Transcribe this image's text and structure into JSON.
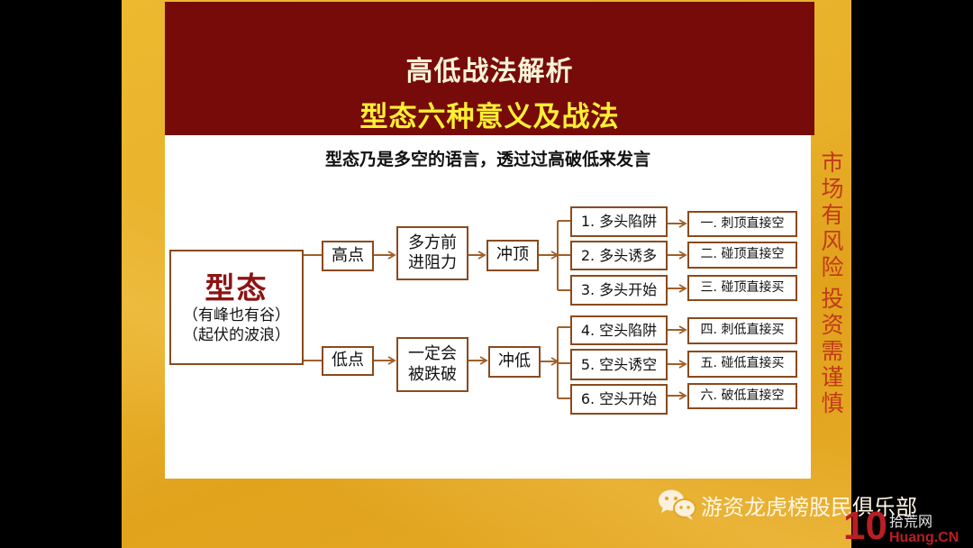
{
  "header": {
    "title": "高低战法解析",
    "subtitle": "型态六种意义及战法"
  },
  "panel": {
    "caption": "型态乃是多空的语言，透过过高破低来发言"
  },
  "diagram": {
    "root": {
      "title": "型态",
      "line1": "（有峰也有谷）",
      "line2": "（起伏的波浪）"
    },
    "upper": {
      "point": "高点",
      "cause_line1": "多方前",
      "cause_line2": "进阻力",
      "action": "冲顶",
      "branches": [
        {
          "label": "1. 多头陷阱",
          "result": "一. 刺顶直接空"
        },
        {
          "label": "2. 多头诱多",
          "result": "二. 碰顶直接空"
        },
        {
          "label": "3. 多头开始",
          "result": "三. 碰顶直接买"
        }
      ]
    },
    "lower": {
      "point": "低点",
      "cause_line1": "一定会",
      "cause_line2": "被跌破",
      "action": "冲低",
      "branches": [
        {
          "label": "4. 空头陷阱",
          "result": "四. 刺低直接买"
        },
        {
          "label": "5. 空头诱空",
          "result": "五. 碰低直接买"
        },
        {
          "label": "6. 空头开始",
          "result": "六. 破低直接空"
        }
      ]
    },
    "colors": {
      "line": "#a0602a",
      "box_border": "#8a4a1e",
      "root_title": "#8c1414"
    }
  },
  "side_warning": "市场有风险 投资需谨慎",
  "side_warning_chars": [
    "市",
    "场",
    "有",
    "风",
    "险",
    "",
    "投",
    "资",
    "需",
    "谨",
    "慎"
  ],
  "footer": {
    "icon": "wechat-icon",
    "text": "游资龙虎榜股民俱乐部"
  },
  "watermark": {
    "number": "10",
    "cn": "拾荒网",
    "en": "Huang.CN"
  },
  "colors": {
    "banner": "#770b09",
    "title1": "#fbf3d8",
    "title2": "#fff033",
    "slide_bg": "#e8b02a",
    "side_text": "#c03a1a"
  }
}
